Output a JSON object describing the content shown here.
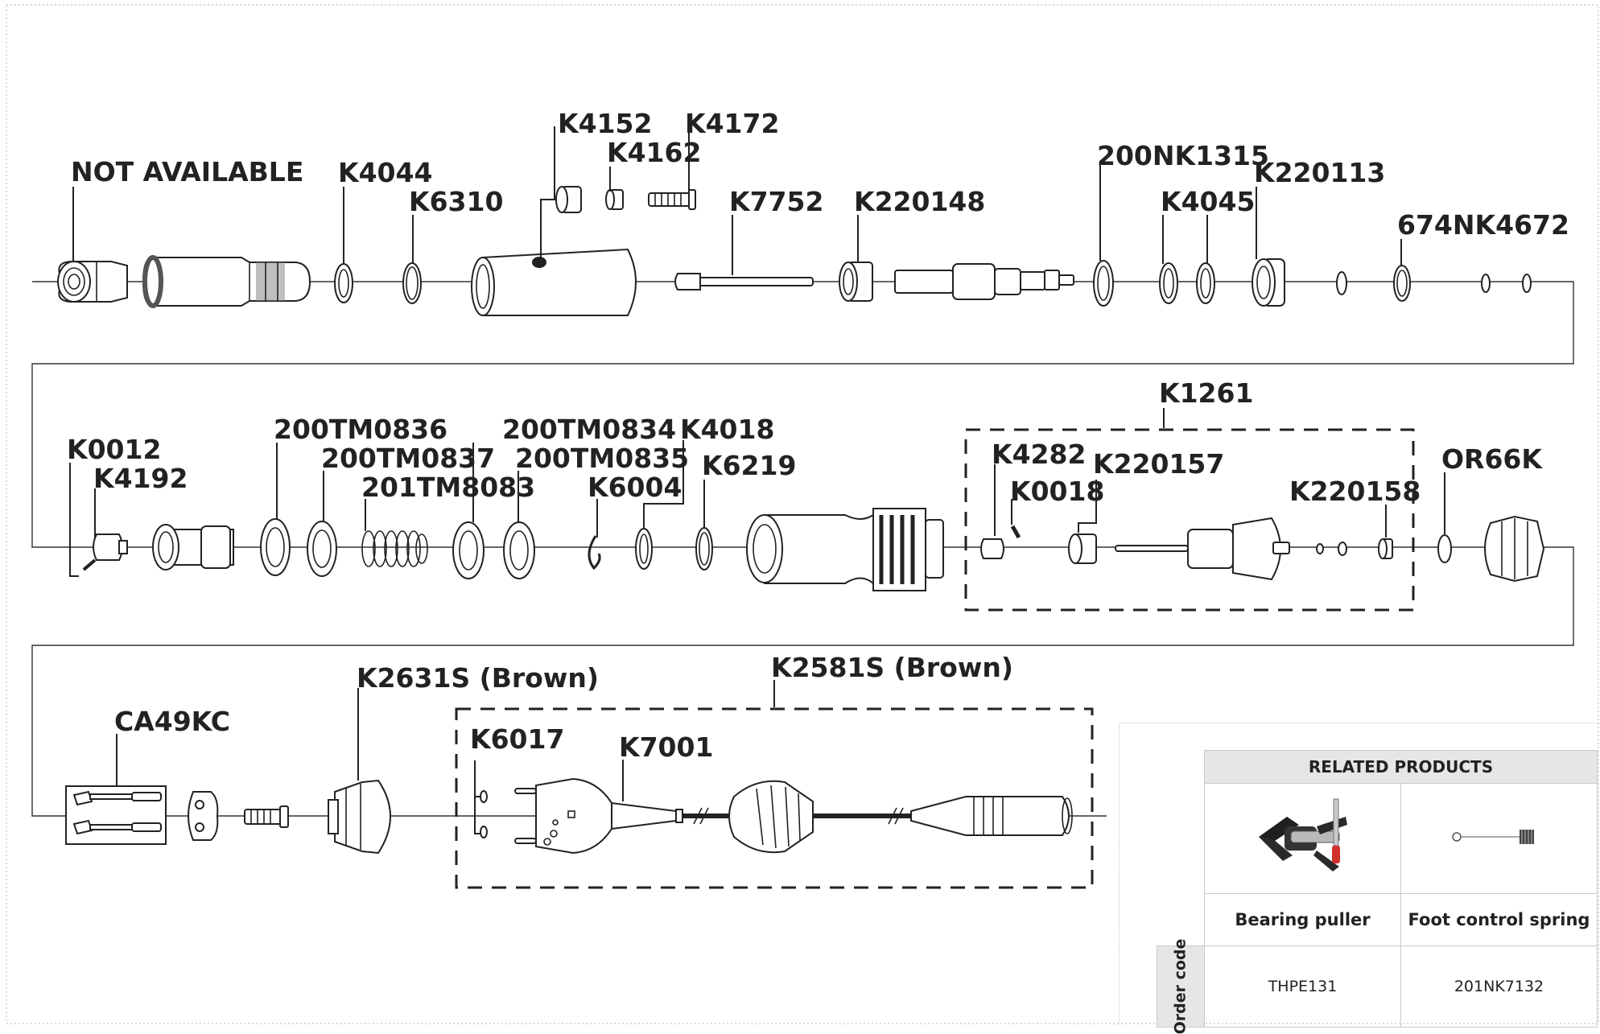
{
  "labels": {
    "not_available": "NOT AVAILABLE",
    "k4044": "K4044",
    "k6310": "K6310",
    "k4152": "K4152",
    "k4162": "K4162",
    "k4172": "K4172",
    "k7752": "K7752",
    "k220148": "K220148",
    "nk1315": "200NK1315",
    "k4045": "K4045",
    "k220113": "K220113",
    "nk4672": "674NK4672",
    "k0012": "K0012",
    "k4192": "K4192",
    "tm0836": "200TM0836",
    "tm0837": "200TM0837",
    "tm8083": "201TM8083",
    "tm0834": "200TM0834",
    "tm0835": "200TM0835",
    "k6004": "K6004",
    "k4018": "K4018",
    "k6219": "K6219",
    "k1261": "K1261",
    "k4282": "K4282",
    "k0018": "K0018",
    "k220157": "K220157",
    "k220158": "K220158",
    "or66k": "OR66K",
    "ca49kc": "CA49KC",
    "k2631s": "K2631S (Brown)",
    "k2581s": "K2581S (Brown)",
    "k6017": "K6017",
    "k7001": "K7001"
  },
  "related_products": {
    "header": "RELATED PRODUCTS",
    "row_label": "Order code",
    "items": [
      {
        "name": "Bearing puller",
        "code": "THPE131",
        "icon": "bearing-puller-icon"
      },
      {
        "name": "Foot control spring",
        "code": "201NK7132",
        "icon": "spring-icon"
      }
    ]
  },
  "colors": {
    "line": "#222222",
    "header_bg": "#e6e6e6",
    "grid": "#c9c9c9",
    "accent_red": "#d0312d"
  }
}
